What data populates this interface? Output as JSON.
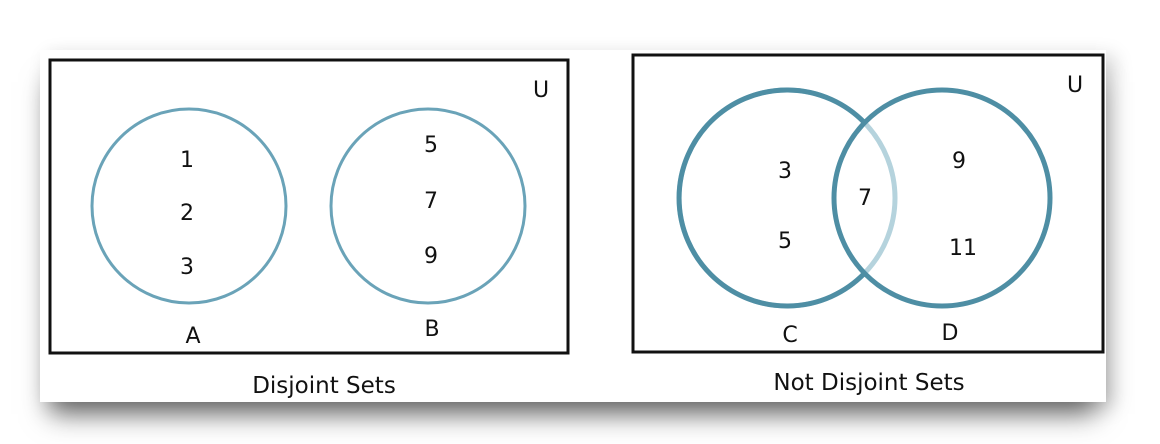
{
  "colors": {
    "disjoint_circle": "#6aa3b8",
    "overlap_circle": "#4e8ea4",
    "overlap_faded": "#b5d3dd",
    "frame": "#111111"
  },
  "disjoint": {
    "universe_label": "U",
    "set_a": {
      "label": "A",
      "elements": [
        "1",
        "2",
        "3"
      ]
    },
    "set_b": {
      "label": "B",
      "elements": [
        "5",
        "7",
        "9"
      ]
    },
    "caption": "Disjoint Sets"
  },
  "not_disjoint": {
    "universe_label": "U",
    "set_c": {
      "label": "C",
      "only_elements": [
        "3",
        "5"
      ]
    },
    "intersection": [
      "7"
    ],
    "set_d": {
      "label": "D",
      "only_elements": [
        "9",
        "11"
      ]
    },
    "caption": "Not Disjoint Sets"
  }
}
